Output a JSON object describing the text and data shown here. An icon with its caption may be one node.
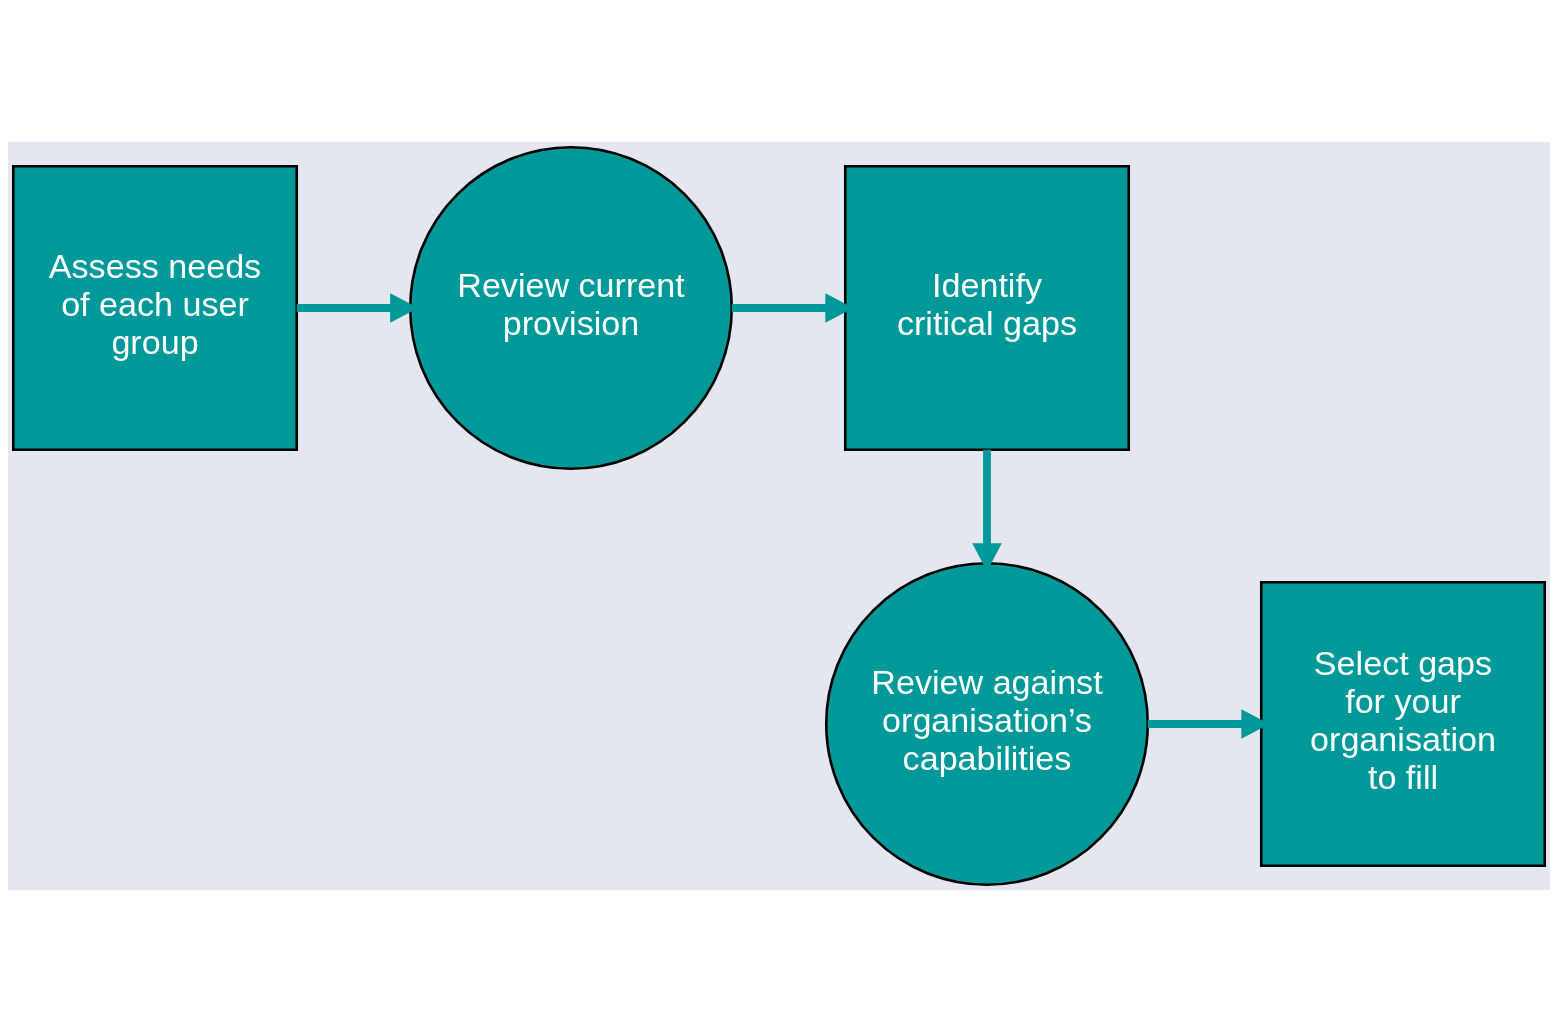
{
  "diagram": {
    "nodes": [
      {
        "text": [
          "Assess needs of each user group"
        ]
      },
      {
        "text": [
          "Review current provision"
        ]
      },
      {
        "text": [
          "Identify critical gaps"
        ]
      },
      {
        "text": [
          "Review against organisation’s capabilities"
        ]
      },
      {
        "text": [
          "Select gaps for your organisation to fill"
        ]
      }
    ],
    "edges": [
      {
        "from": 0,
        "to": 1,
        "arrow": "to"
      },
      {
        "from": 1,
        "to": 2,
        "arrow": "to"
      },
      {
        "from": 2,
        "to": 3,
        "arrow": "to"
      },
      {
        "from": 3,
        "to": 4,
        "arrow": "to"
      }
    ]
  }
}
